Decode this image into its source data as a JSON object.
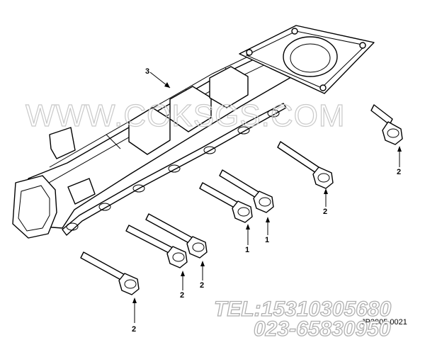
{
  "watermark": "WWW.COKSGS.COM",
  "contact": {
    "tel": "TEL:15310305680",
    "phone": "023-65830950"
  },
  "reference_code": "JP3905 0021",
  "callouts": {
    "manifold": "3",
    "top_right_capscrew": "2",
    "mid_capscrew_a": "2",
    "upper_capscrew_a": "1",
    "upper_capscrew_b": "1",
    "front_capscrew_a": "2",
    "front_capscrew_b": "2",
    "front_capscrew_c": "2"
  }
}
